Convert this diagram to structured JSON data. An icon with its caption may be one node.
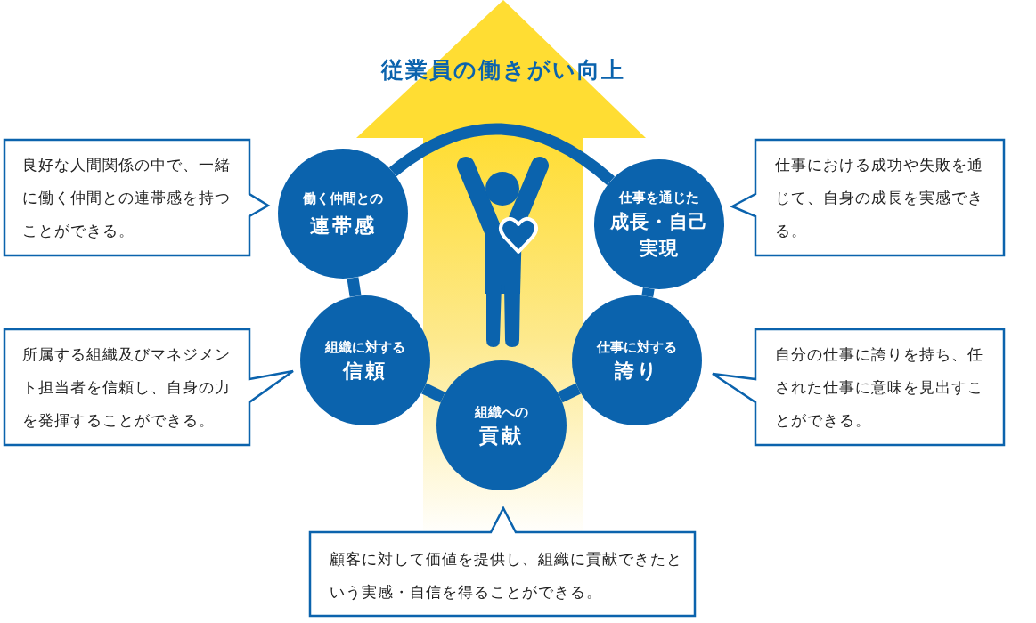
{
  "diagram": {
    "title": "従業員の働きがい向上",
    "nodes": [
      {
        "text": [
          "働く仲間との",
          "連帯感"
        ]
      },
      {
        "text": [
          "仕事を通じた",
          "成長・自己実現"
        ]
      },
      {
        "text": [
          "組織に対する",
          "信頼"
        ]
      },
      {
        "text": [
          "仕事に対する",
          "誇り"
        ]
      },
      {
        "text": [
          "組織への",
          "貢献"
        ]
      },
      {
        "text": [
          "良好な人間関係の中で、一緒に働く仲間との連帯感を持つことができる。"
        ]
      },
      {
        "text": [
          "仕事における成功や失敗を通じて、自身の成長を実感できる。"
        ]
      },
      {
        "text": [
          "所属する組織及びマネジメント担当者を信頼し、自身の力を発揮することができる。"
        ]
      },
      {
        "text": [
          "自分の仕事に誇りを持ち、任された仕事に意味を見出すことができる。"
        ]
      },
      {
        "text": [
          "顧客に対して価値を提供し、組織に貢献できたという実感・自信を得ることができる。"
        ]
      }
    ],
    "edges": [
      {
        "from": 0,
        "to": 1,
        "arrow": "none"
      },
      {
        "from": 0,
        "to": 2,
        "arrow": "none"
      },
      {
        "from": 2,
        "to": 4,
        "arrow": "none"
      },
      {
        "from": 4,
        "to": 3,
        "arrow": "none"
      },
      {
        "from": 3,
        "to": 1,
        "arrow": "none"
      }
    ]
  }
}
